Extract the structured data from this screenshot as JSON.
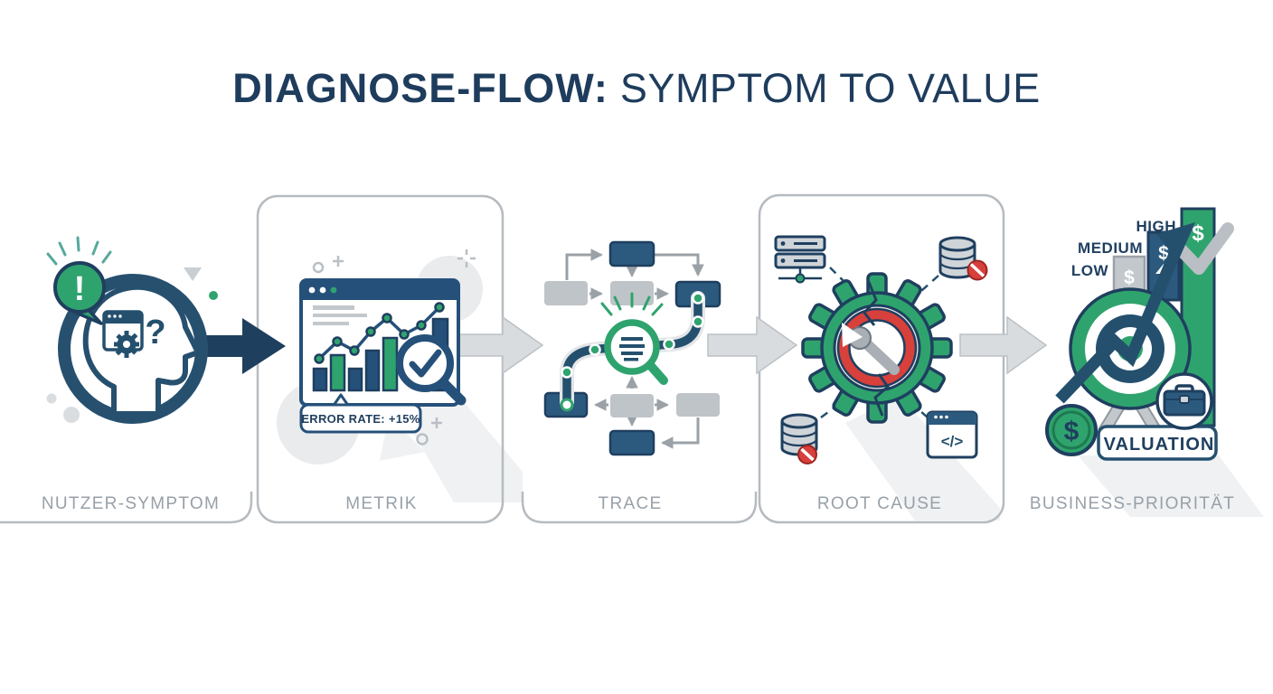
{
  "title": {
    "bold": "DIAGNOSE-FLOW:",
    "regular": "SYMPTOM TO VALUE"
  },
  "stages": [
    {
      "label": "NUTZER-SYMPTOM"
    },
    {
      "label": "METRIK"
    },
    {
      "label": "TRACE"
    },
    {
      "label": "ROOT CAUSE"
    },
    {
      "label": "BUSINESS-PRIORITÄT"
    }
  ],
  "symptom": {
    "alert_mark": "!",
    "question_mark": "?"
  },
  "metrik": {
    "callout": "ERROR RATE: +15%"
  },
  "root_cause": {
    "code_glyph": "</>"
  },
  "priority": {
    "low_label": "LOW",
    "medium_label": "MEDIUM",
    "high_label": "HIGH",
    "dollar": "$",
    "valuation_label": "VALUATION"
  },
  "icons": [
    "alert-speech-bubble-icon",
    "head-profile-icon",
    "browser-gear-icon",
    "question-mark-icon",
    "dashboard-window-icon",
    "bar-chart-icon",
    "line-chart-icon",
    "magnifier-check-icon",
    "flowchart-icon",
    "trace-path-icon",
    "magnifier-log-icon",
    "server-icon",
    "database-error-icon",
    "broken-gear-icon",
    "wrench-icon",
    "code-window-icon",
    "target-icon",
    "growth-arrow-icon",
    "priority-bars-icon",
    "check-mark-icon",
    "coin-icon",
    "briefcase-icon"
  ],
  "colors": {
    "navy": "#24506e",
    "navy_dark": "#1f3f5f",
    "navy_fill": "#2b5a7e",
    "green": "#2fa36e",
    "red": "#d8403c",
    "gray_box": "#bfc4c9",
    "gray_arrow": "#d9dcde",
    "border_gray": "#b6bbc0",
    "label_gray": "#98a0a8",
    "background": "#ffffff"
  }
}
